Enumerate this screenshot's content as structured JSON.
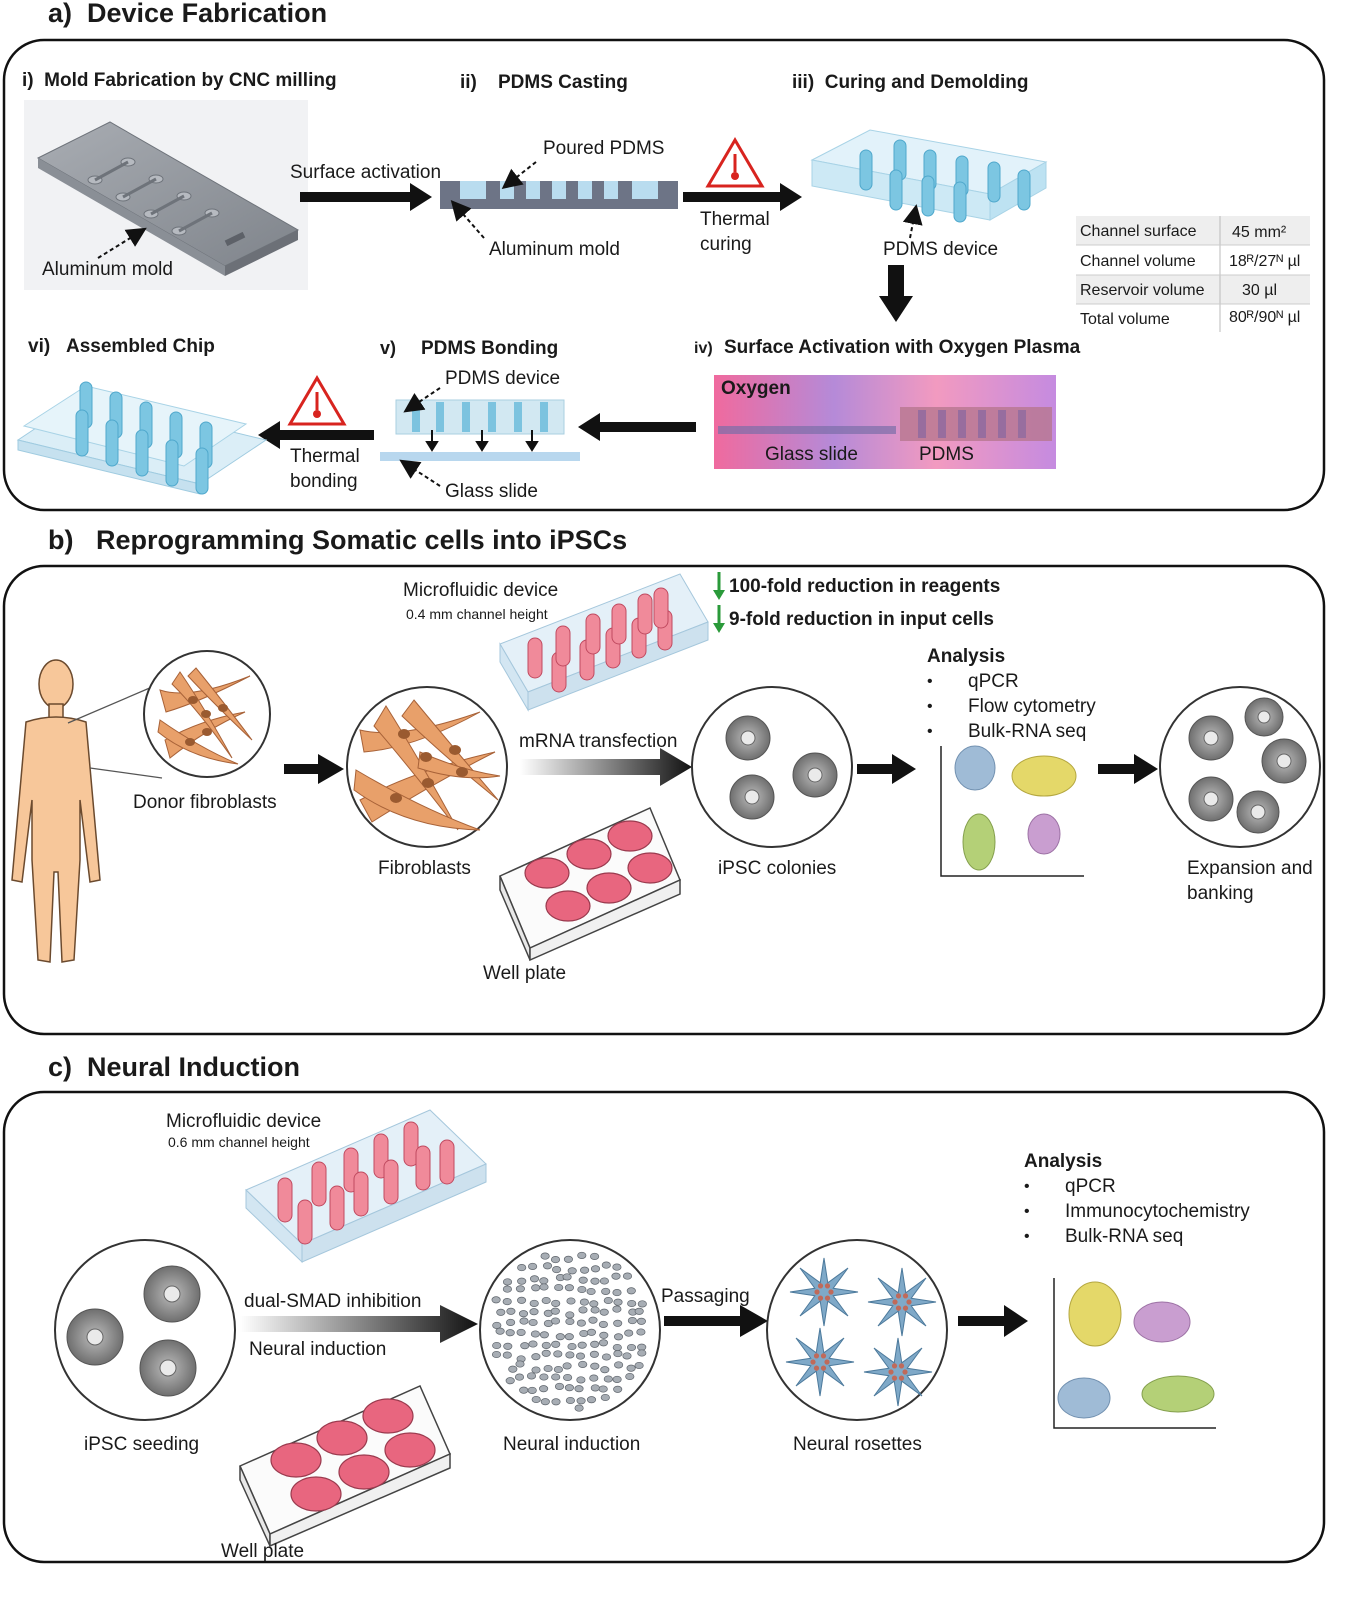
{
  "panel_a": {
    "heading": "a)  Device Fabrication",
    "step_i": "i)  Mold Fabrication by CNC milling",
    "step_ii": "ii)    PDMS Casting",
    "step_iii": "iii)  Curing and Demolding",
    "step_iv": "Surface Activation with Oxygen Plasma",
    "step_iv_num": "iv)",
    "step_v": "PDMS Bonding",
    "step_v_num": "v)",
    "step_vi": "vi)   Assembled Chip",
    "aluminum_mold_1": "Aluminum mold",
    "surface_activation": "Surface activation",
    "poured_pdms": "Poured PDMS",
    "aluminum_mold_2": "Aluminum mold",
    "thermal_curing_1": "Thermal",
    "thermal_curing_2": "curing",
    "pdms_device_1": "PDMS device",
    "oxygen": "Oxygen",
    "glass_slide_1": "Glass slide",
    "pdms": "PDMS",
    "pdms_device_2": "PDMS device",
    "glass_slide_2": "Glass slide",
    "thermal_bonding_1": "Thermal",
    "thermal_bonding_2": "bonding",
    "table": [
      {
        "label": "Channel surface",
        "value": "45 mm²"
      },
      {
        "label": "Channel volume",
        "value": "18ᴿ/27ᴺ µl"
      },
      {
        "label": "Reservoir volume",
        "value": "30 µl"
      },
      {
        "label": "Total volume",
        "value": "80ᴿ/90ᴺ µl"
      }
    ]
  },
  "panel_b": {
    "heading": "b)   Reprogramming Somatic cells into iPSCs",
    "microfluidic": "Microfluidic device",
    "channel_height": "0.4 mm channel height",
    "reduction_reagents": "100-fold reduction in reagents",
    "reduction_cells": "9-fold reduction in input cells",
    "donor_fibroblasts": "Donor fibroblasts",
    "fibroblasts": "Fibroblasts",
    "mrna": "mRNA transfection",
    "well_plate": "Well plate",
    "ipsc_colonies": "iPSC colonies",
    "analysis_title": "Analysis",
    "analysis_items": [
      "qPCR",
      "Flow cytometry",
      "Bulk-RNA seq"
    ],
    "expansion_1": "Expansion and",
    "expansion_2": "banking"
  },
  "panel_c": {
    "heading": "c)  Neural Induction",
    "microfluidic": "Microfluidic device",
    "channel_height": "0.6 mm channel height",
    "ipsc_seeding": "iPSC seeding",
    "dual_smad": "dual-SMAD inhibition",
    "neural_induction_arrow": "Neural induction",
    "neural_induction": "Neural induction",
    "passaging": "Passaging",
    "neural_rosettes": "Neural rosettes",
    "well_plate": "Well plate",
    "analysis_title": "Analysis",
    "analysis_items": [
      "qPCR",
      "Immunocytochemistry",
      "Bulk-RNA seq"
    ]
  },
  "colors": {
    "skin": "#f7c79a",
    "fibroblast": "#e8a06a",
    "nucleus": "#9a5a30",
    "pdms_blue": "#9fd3ea",
    "media_pink": "#e8667f",
    "colony_gray": "#8c8c8c",
    "rosette_blue": "#7fa9c8",
    "cluster_blue": "#8fb0d0",
    "cluster_yellow": "#e0d250",
    "cluster_green": "#a8c860",
    "cluster_purple": "#c08ec8",
    "down_arrow_green": "#2a9a3a"
  }
}
